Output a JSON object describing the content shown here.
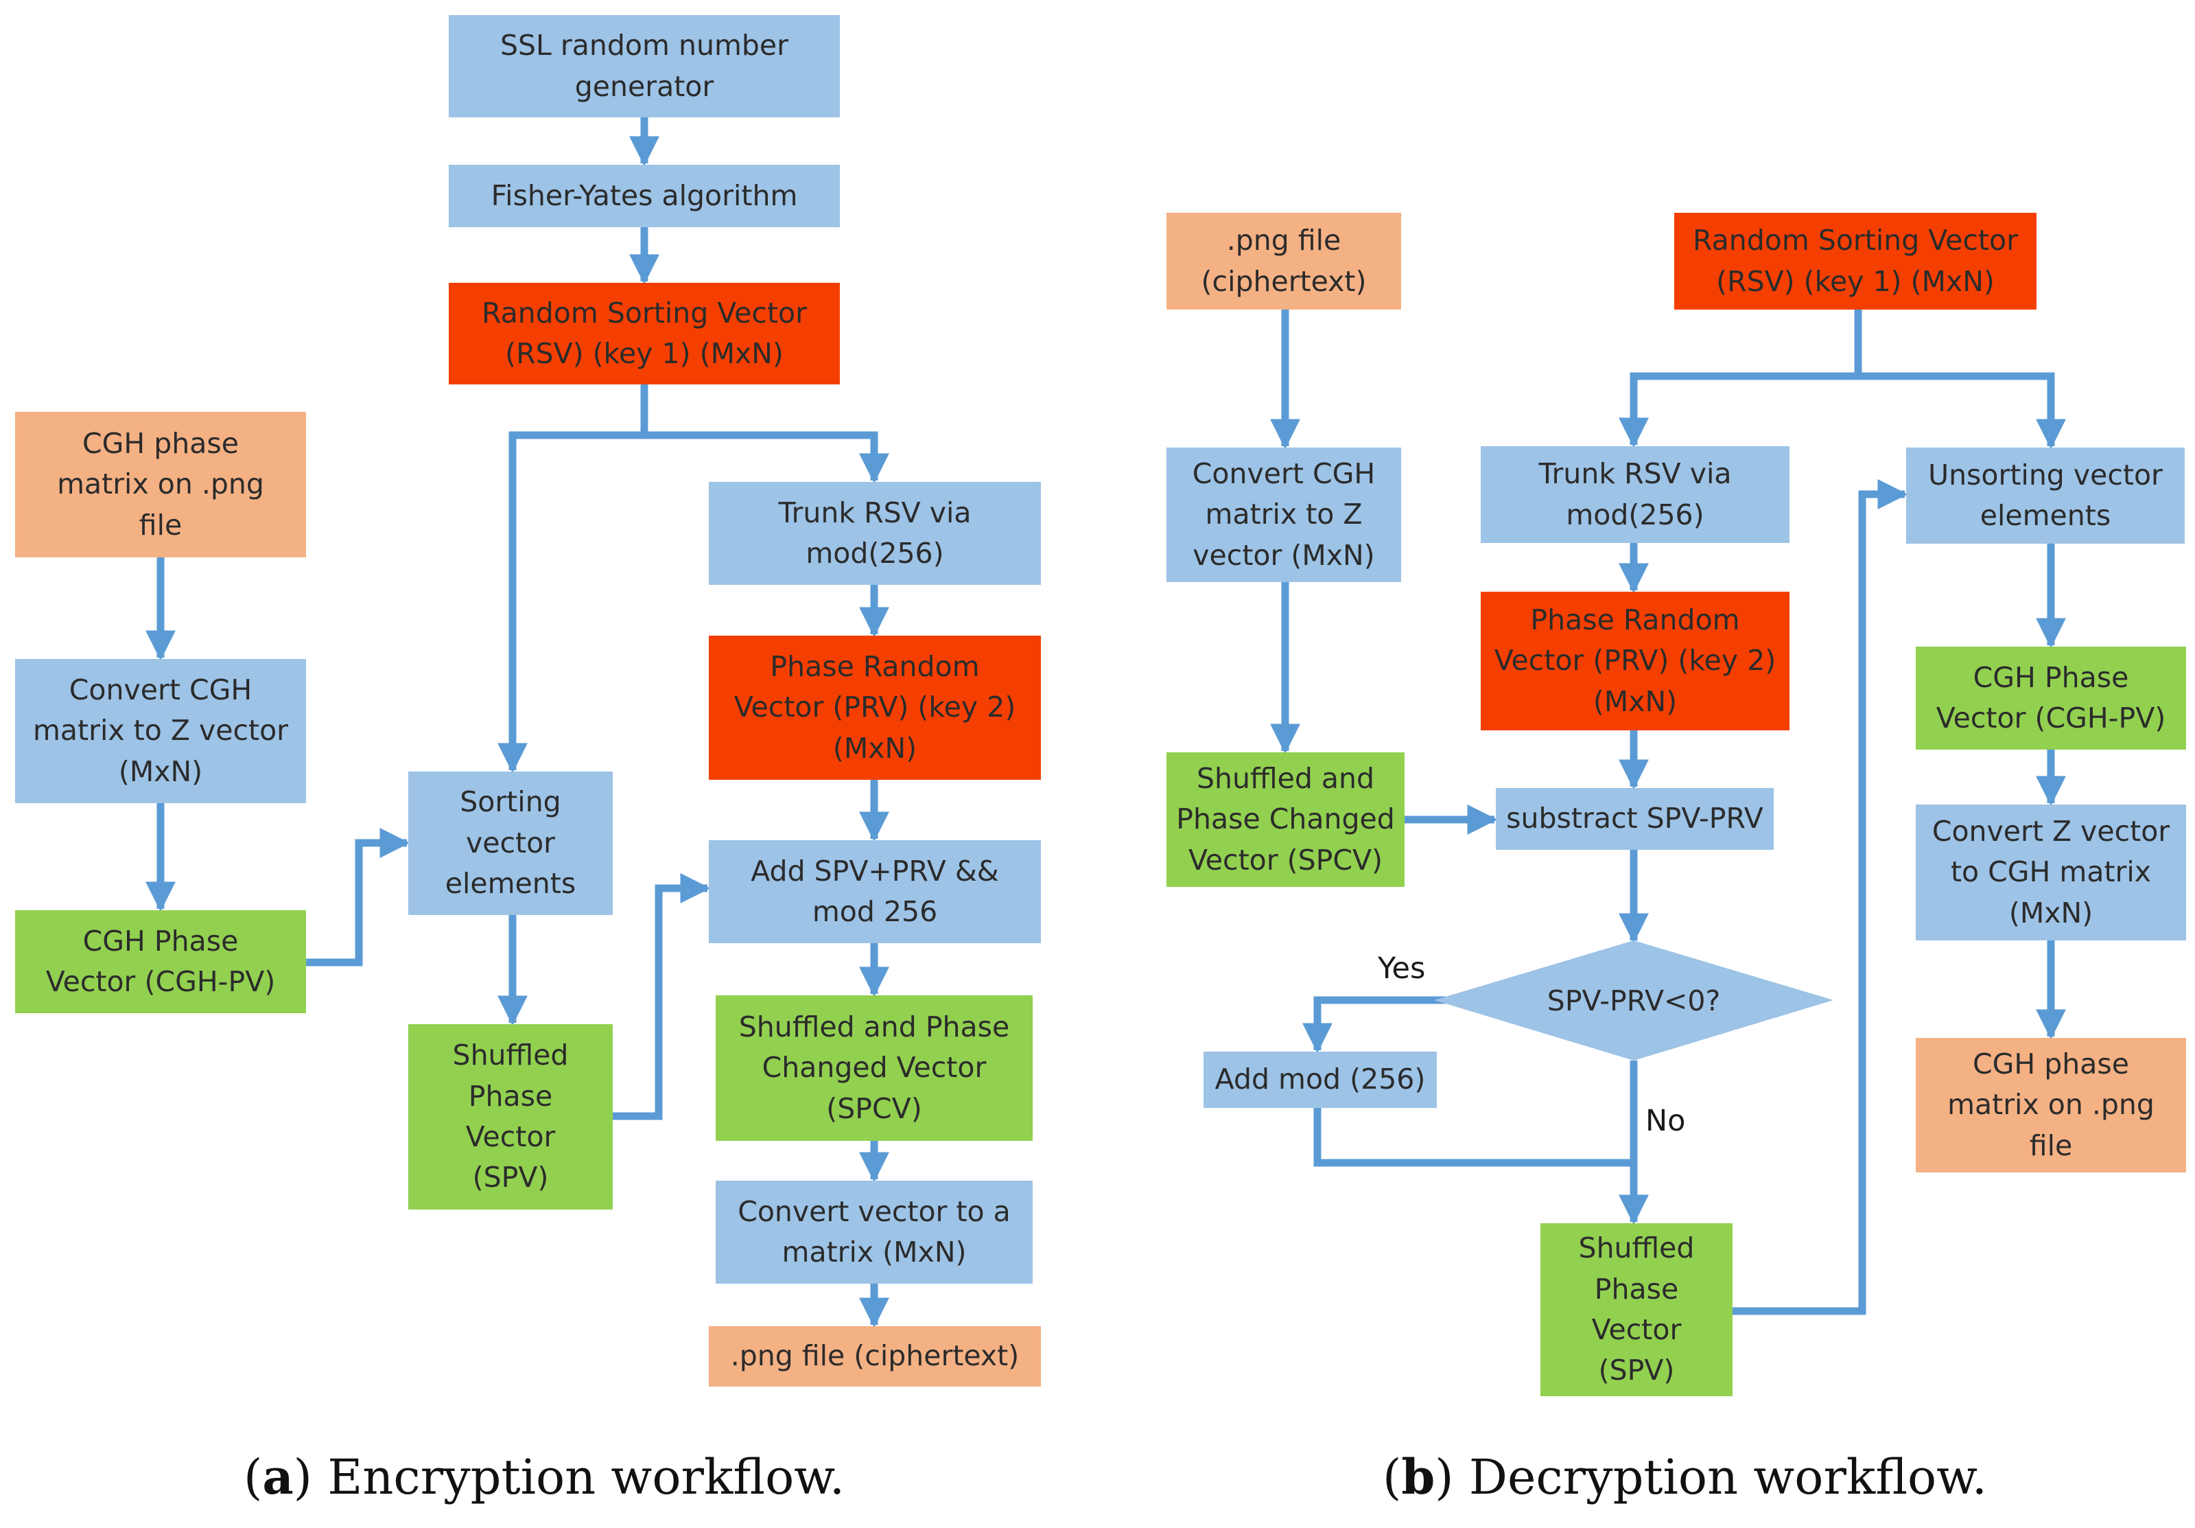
{
  "colors": {
    "process": "#9dc3e6",
    "key": "#f53f00",
    "file": "#f4b184",
    "vector": "#92d050",
    "arrow": "#5b9bd5"
  },
  "encryption": {
    "ssl": "SSL random number\ngenerator",
    "fisher": "Fisher-Yates algorithm",
    "rsv": "Random Sorting Vector\n(RSV) (key 1) (MxN)",
    "cgh_png": "CGH phase\nmatrix on .png\nfile",
    "convert_cgh": "Convert CGH\nmatrix to Z vector\n(MxN)",
    "cgh_pv": "CGH Phase\nVector (CGH-PV)",
    "sorting": "Sorting\nvector\nelements",
    "spv": "Shuffled\nPhase\nVector\n(SPV)",
    "trunk": "Trunk RSV via\nmod(256)",
    "prv": "Phase Random\nVector (PRV) (key 2)\n(MxN)",
    "add": "Add SPV+PRV &&\nmod 256",
    "spcv": "Shuffled and Phase\nChanged Vector\n(SPCV)",
    "convert_vec": "Convert vector to a\nmatrix (MxN)",
    "png_out": ".png file (ciphertext)"
  },
  "decryption": {
    "png_in": ".png file\n(ciphertext)",
    "convert_cgh": "Convert CGH\nmatrix to Z\nvector (MxN)",
    "spcv": "Shuffled and\nPhase Changed\nVector (SPCV)",
    "rsv": "Random Sorting Vector\n(RSV) (key 1) (MxN)",
    "trunk": "Trunk RSV via\nmod(256)",
    "prv": "Phase Random\nVector (PRV) (key 2)\n(MxN)",
    "subtract": "substract SPV-PRV",
    "decision": "SPV-PRV<0?",
    "yes": "Yes",
    "no": "No",
    "add_mod": "Add mod (256)",
    "spv": "Shuffled\nPhase\nVector\n(SPV)",
    "unsort": "Unsorting vector\nelements",
    "cgh_pv": "CGH Phase\nVector (CGH-PV)",
    "convert_z": "Convert Z vector\nto CGH matrix\n(MxN)",
    "cgh_png": "CGH phase\nmatrix on .png\nfile"
  },
  "captions": {
    "a_letter": "a",
    "a_text": " Encryption workflow.",
    "b_letter": "b",
    "b_text": " Decryption workflow."
  }
}
